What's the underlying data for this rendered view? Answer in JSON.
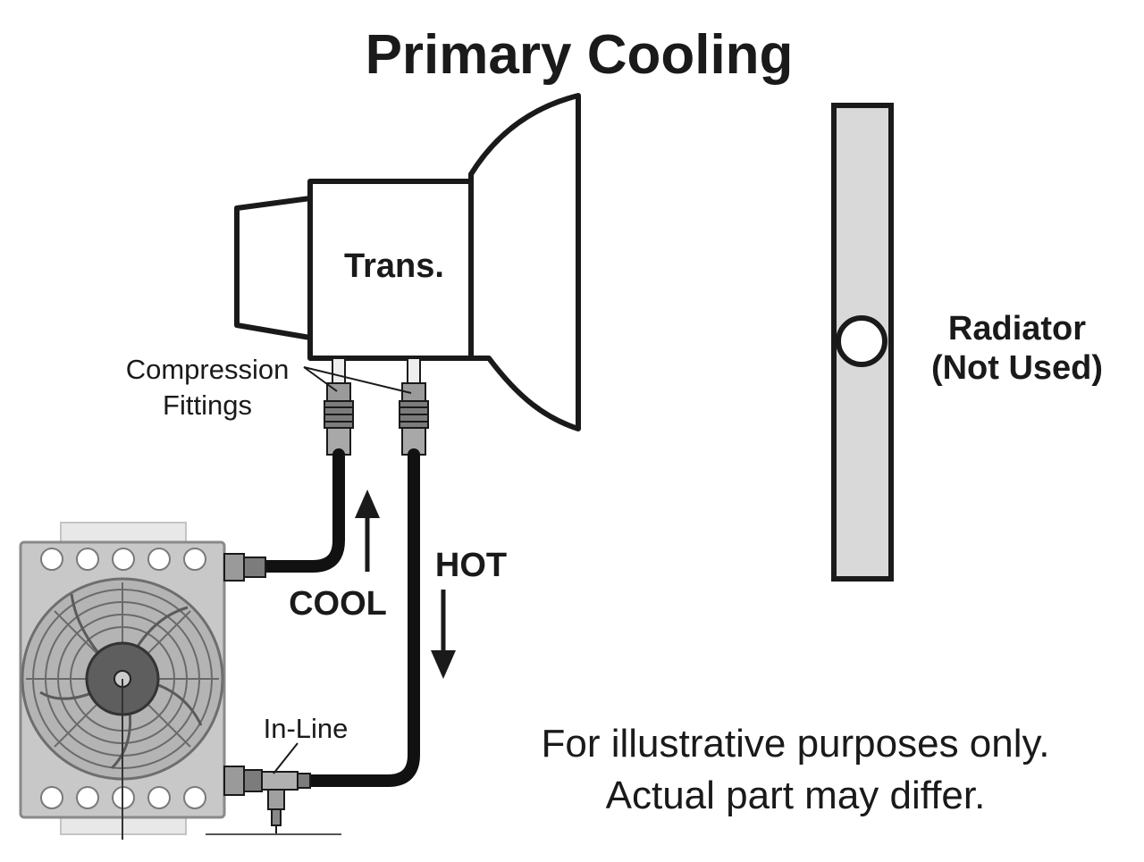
{
  "title": "Primary Cooling",
  "labels": {
    "transmission": "Trans.",
    "radiator_line1": "Radiator",
    "radiator_line2": "(Not Used)",
    "compression_line1": "Compression",
    "compression_line2": "Fittings",
    "cool": "COOL",
    "hot": "HOT",
    "inline": "In-Line"
  },
  "disclaimer": {
    "line1": "For illustrative purposes only.",
    "line2": "Actual part may differ."
  },
  "colors": {
    "line": "#1a1a1a",
    "radiator_fill": "#d9d9d9",
    "cooler_plate": "#c8c8c8",
    "hose": "#111111"
  }
}
